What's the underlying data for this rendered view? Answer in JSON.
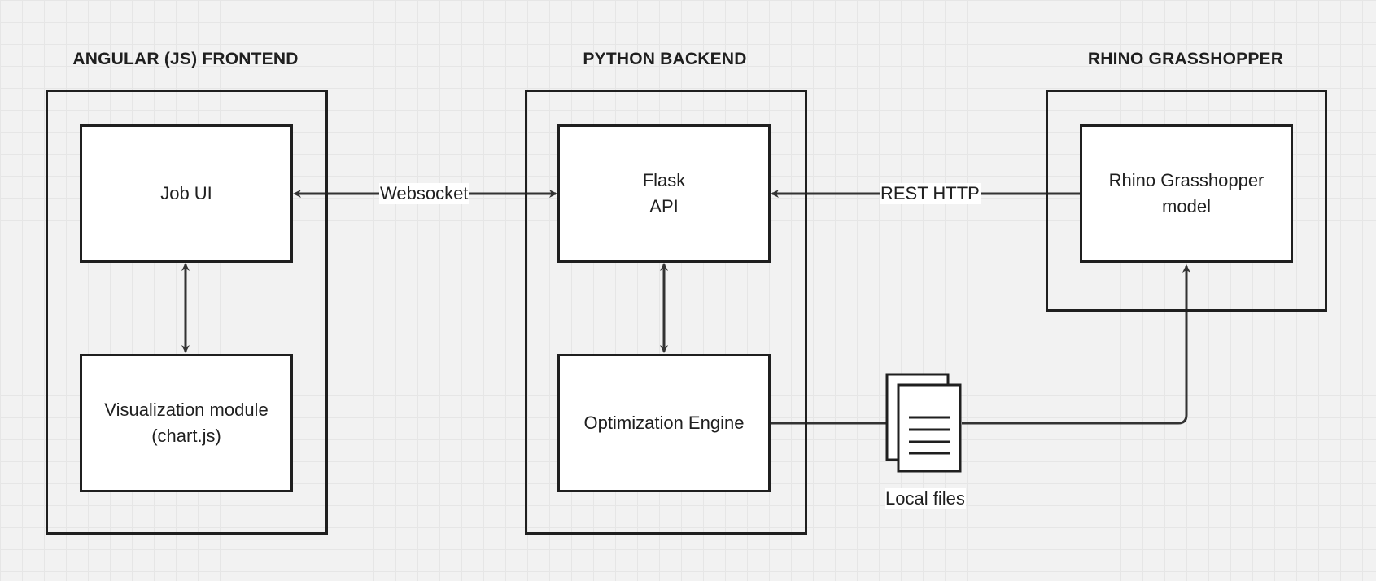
{
  "lanes": {
    "frontend": {
      "title": "ANGULAR (JS) FRONTEND",
      "job_ui": "Job UI",
      "viz_line1": "Visualization module",
      "viz_line2": "(chart.js)"
    },
    "backend": {
      "title": "PYTHON BACKEND",
      "flask_line1": "Flask",
      "flask_line2": "API",
      "optimizer": "Optimization Engine"
    },
    "rhino": {
      "title": "RHINO GRASSHOPPER",
      "model_line1": "Rhino Grasshopper",
      "model_line2": "model"
    }
  },
  "edges": {
    "websocket": "Websocket",
    "rest": "REST HTTP",
    "local_files": "Local files"
  },
  "colors": {
    "stroke": "#1f1f1f",
    "node_fill": "#ffffff",
    "background": "#f2f2f2",
    "grid": "#e6e6e6"
  },
  "icons": {
    "local_files": "document-stack-icon"
  }
}
